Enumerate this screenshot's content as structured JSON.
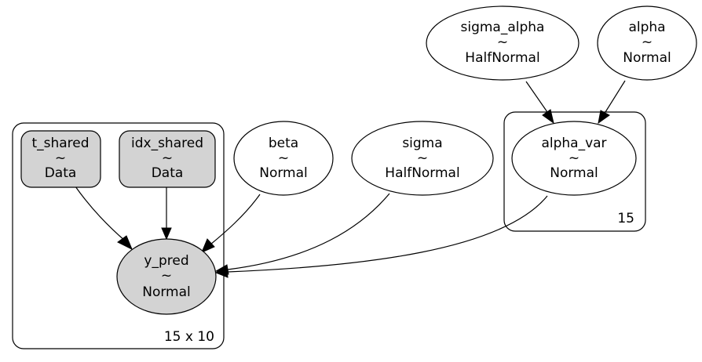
{
  "colors": {
    "observed_fill": "#d3d3d3",
    "latent_fill": "#ffffff",
    "stroke": "#000000"
  },
  "plates": {
    "outer": {
      "label": "15 x 10"
    },
    "alpha": {
      "label": "15"
    }
  },
  "nodes": {
    "t_shared": {
      "name": "t_shared",
      "tilde": "~",
      "dist": "Data"
    },
    "idx_shared": {
      "name": "idx_shared",
      "tilde": "~",
      "dist": "Data"
    },
    "beta": {
      "name": "beta",
      "tilde": "~",
      "dist": "Normal"
    },
    "sigma": {
      "name": "sigma",
      "tilde": "~",
      "dist": "HalfNormal"
    },
    "sigma_alpha": {
      "name": "sigma_alpha",
      "tilde": "~",
      "dist": "HalfNormal"
    },
    "alpha": {
      "name": "alpha",
      "tilde": "~",
      "dist": "Normal"
    },
    "alpha_var": {
      "name": "alpha_var",
      "tilde": "~",
      "dist": "Normal"
    },
    "y_pred": {
      "name": "y_pred",
      "tilde": "~",
      "dist": "Normal"
    }
  }
}
